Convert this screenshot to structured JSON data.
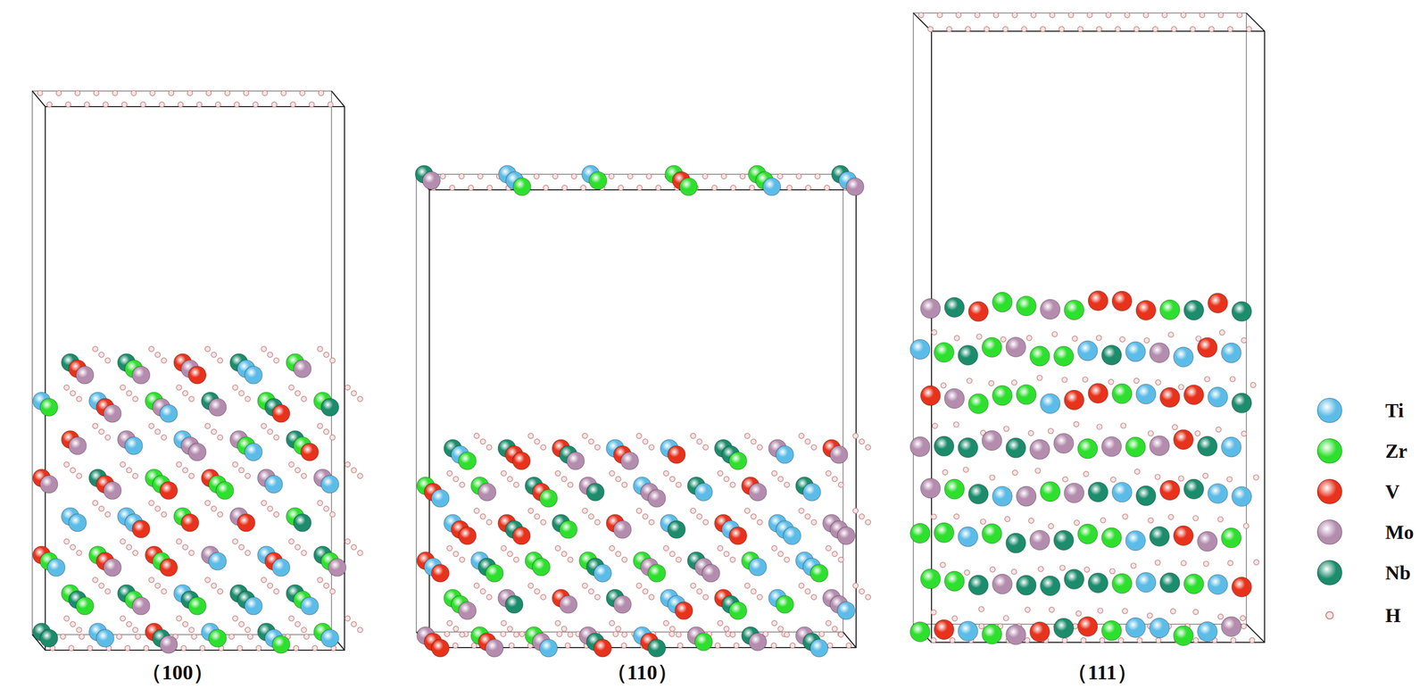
{
  "diagram": {
    "labels": [
      "（100）",
      "（110）",
      "（111）"
    ],
    "legend": [
      {
        "text": "Ti",
        "color": "#5cbce8"
      },
      {
        "text": "Zr",
        "color": "#2ee02e"
      },
      {
        "text": "V",
        "color": "#e8321c"
      },
      {
        "text": "Mo",
        "color": "#b48cae"
      },
      {
        "text": "Nb",
        "color": "#1c8c6c"
      },
      {
        "text": "H",
        "color": "#fbe4e4"
      }
    ]
  }
}
